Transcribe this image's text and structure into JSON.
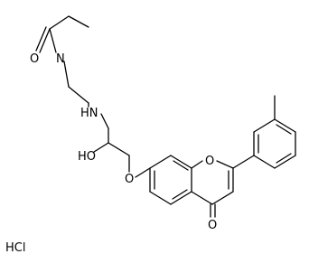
{
  "structure": {
    "atoms": {
      "amide_o": "O",
      "amide_n": "N",
      "amine": "HN",
      "hydroxyl": "HO",
      "ether_o": "O",
      "ring_o": "O",
      "carbonyl_o": "O"
    },
    "salt": "HCl"
  }
}
